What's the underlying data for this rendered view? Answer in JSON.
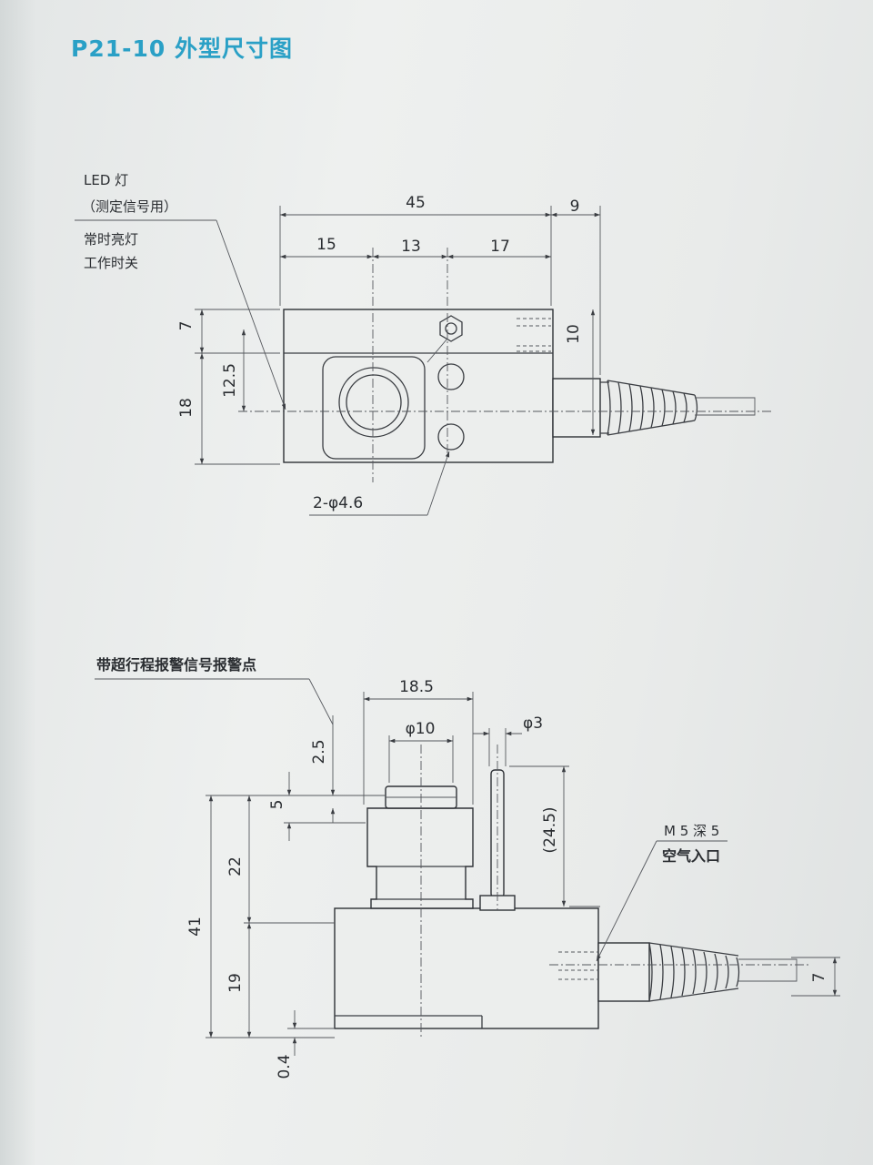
{
  "title": "P21-10 外型尺寸图",
  "top_view": {
    "callouts": {
      "led_line1": "LED 灯",
      "led_line2": "（测定信号用）",
      "led_line3": "常时亮灯",
      "led_line4": "工作时关",
      "holes": "2-φ4.6"
    },
    "dims": {
      "total_width": "45",
      "cable_offset": "9",
      "seg1": "15",
      "seg2": "13",
      "seg3": "17",
      "top_height": "7",
      "center_height": "12.5",
      "total_height": "18",
      "cable_height": "10"
    }
  },
  "side_view": {
    "callouts": {
      "alarm": "带超行程报警信号报警点",
      "port_line1": "M 5 深 5",
      "port_line2": "空气入口"
    },
    "dims": {
      "head_width": "18.5",
      "spindle_dia": "φ10",
      "pin_dia": "φ3",
      "overtravel": "2.5",
      "tip": "5",
      "stem": "22",
      "total": "41",
      "base": "19",
      "gap": "0.4",
      "pin_height": "(24.5)",
      "cable_height": "7"
    }
  }
}
